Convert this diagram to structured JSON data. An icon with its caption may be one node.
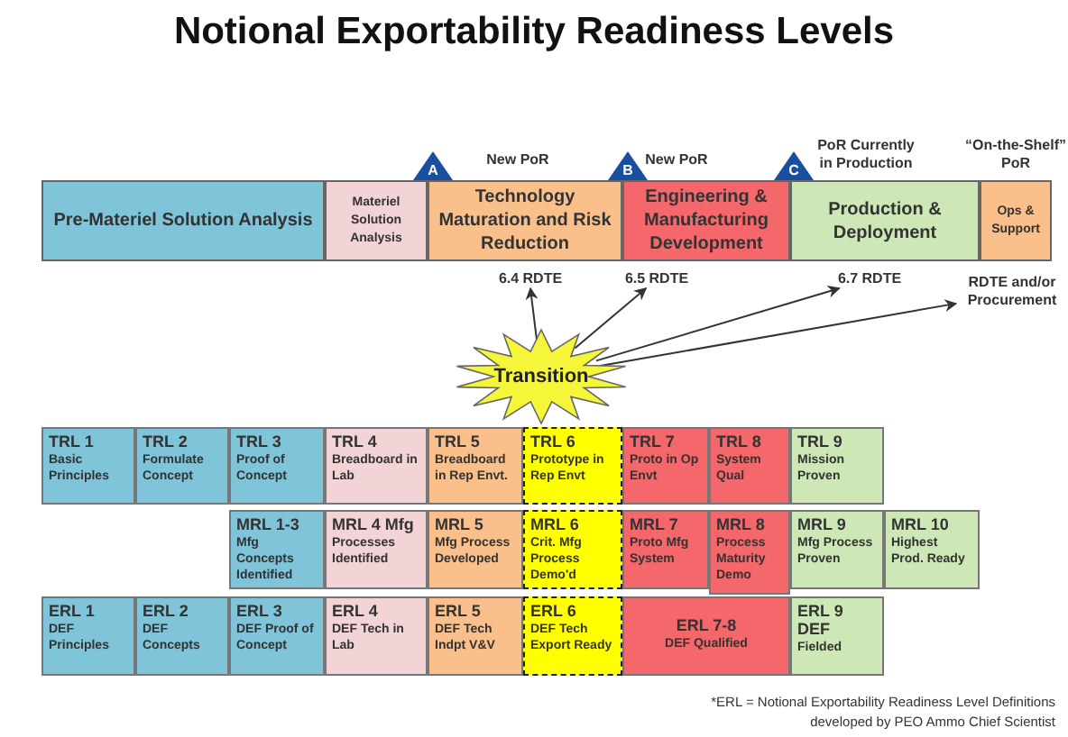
{
  "diagram": {
    "title": "Notional Exportability Readiness Levels",
    "caption": "*ERL = Notional Exportability Readiness Level Definitions developed by PEO Ammo Chief Scientist",
    "nodes": [
      {
        "text": [
          "Pre-Materiel Solution Analysis"
        ]
      },
      {
        "text": [
          "Materiel Solution Analysis"
        ]
      },
      {
        "text": [
          "Technology Maturation and Risk Reduction"
        ]
      },
      {
        "text": [
          "Engineering & Manufacturing Development"
        ]
      },
      {
        "text": [
          "Production & Deployment"
        ]
      },
      {
        "text": [
          "Ops & Support"
        ]
      },
      {
        "text": [
          "A"
        ]
      },
      {
        "text": [
          "B"
        ]
      },
      {
        "text": [
          "C"
        ]
      },
      {
        "text": [
          "6.4 RDTE"
        ]
      },
      {
        "text": [
          "6.5 RDTE"
        ]
      },
      {
        "text": [
          "6.7 RDTE"
        ]
      },
      {
        "text": [
          "RDTE and/or Procurement"
        ]
      },
      {
        "text": [
          "Transition"
        ]
      },
      {
        "text": [
          "TRL 1",
          "Basic Principles"
        ]
      },
      {
        "text": [
          "TRL 2",
          "Formulate Concept"
        ]
      },
      {
        "text": [
          "TRL 3",
          "Proof of Concept"
        ]
      },
      {
        "text": [
          "TRL 4",
          "Breadboard in Lab"
        ]
      },
      {
        "text": [
          "TRL 5",
          "Breadboard in Rep Envt."
        ]
      },
      {
        "text": [
          "TRL 6",
          "Prototype in Rep Envt"
        ]
      },
      {
        "text": [
          "TRL 7",
          "Proto in Op Envt"
        ]
      },
      {
        "text": [
          "TRL 8",
          "System Qual"
        ]
      },
      {
        "text": [
          "TRL 9",
          "Mission Proven"
        ]
      },
      {
        "text": [
          "MRL 1-3",
          "Mfg Concepts Identified"
        ]
      },
      {
        "text": [
          "MRL 4 Mfg",
          "Processes Identified"
        ]
      },
      {
        "text": [
          "MRL 5",
          "Mfg Process Developed"
        ]
      },
      {
        "text": [
          "MRL 6",
          "Crit. Mfg Process Demo'd"
        ]
      },
      {
        "text": [
          "MRL 7",
          "Proto Mfg System"
        ]
      },
      {
        "text": [
          "MRL 8",
          "Process Maturity Demo"
        ]
      },
      {
        "text": [
          "MRL 9",
          "Mfg Process Proven"
        ]
      },
      {
        "text": [
          "MRL 10",
          "Highest Prod. Ready"
        ]
      },
      {
        "text": [
          "ERL 1",
          "DEF Principles"
        ]
      },
      {
        "text": [
          "ERL 2",
          "DEF Concepts"
        ]
      },
      {
        "text": [
          "ERL 3",
          "DEF Proof of Concept"
        ]
      },
      {
        "text": [
          "ERL 4",
          "DEF Tech in Lab"
        ]
      },
      {
        "text": [
          "ERL 5",
          "DEF Tech Indpt V&V"
        ]
      },
      {
        "text": [
          "ERL 6",
          "DEF Tech Export Ready"
        ]
      },
      {
        "text": [
          "ERL 7-8",
          "DEF Qualified"
        ]
      },
      {
        "text": [
          "ERL 9 DEF",
          "Fielded"
        ]
      }
    ],
    "edges": [
      {
        "from": 13,
        "to": 9,
        "arrow": "to"
      },
      {
        "from": 13,
        "to": 10,
        "arrow": "to"
      },
      {
        "from": 13,
        "to": 11,
        "arrow": "to"
      },
      {
        "from": 13,
        "to": 12,
        "arrow": "to"
      }
    ],
    "labels": [
      "New PoR",
      "New PoR",
      "PoR Currently in Production",
      "“On-the-Shelf” PoR"
    ]
  }
}
